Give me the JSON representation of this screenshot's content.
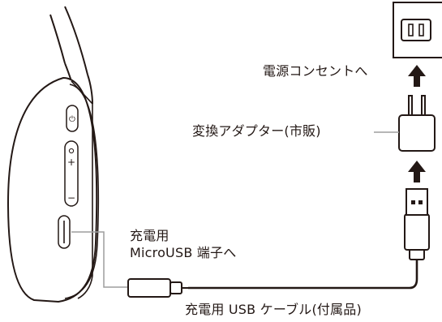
{
  "labels": {
    "outlet": "電源コンセントへ",
    "adapter": "変換アダプター(市販)",
    "port_line1": "充電用",
    "port_line2": "MicroUSB 端子へ",
    "cable": "充電用 USB ケーブル(付属品)"
  },
  "colors": {
    "line": "#231815",
    "leader": "#9e9e9e",
    "fill": "#ffffff"
  },
  "headset_buttons": {
    "power": "⏻",
    "plus": "+",
    "minus": "−",
    "indicator": "○"
  }
}
